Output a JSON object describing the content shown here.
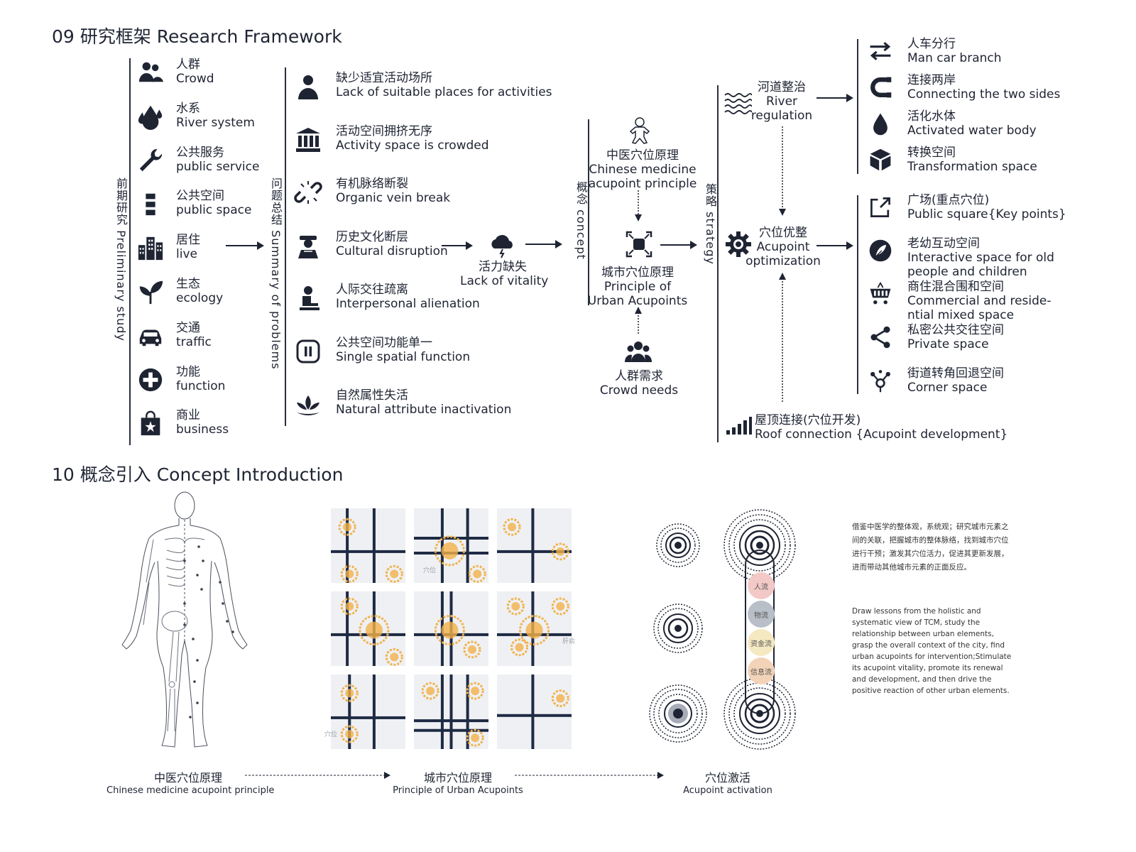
{
  "research_framework": {
    "title": "09 研究框架 Research Framework",
    "col1_vertical": "前期研究 Preliminary study",
    "col1_items": [
      {
        "zh": "人群",
        "en": "Crowd",
        "icon": "crowd-icon"
      },
      {
        "zh": "水系",
        "en": "River system",
        "icon": "water-drops-icon"
      },
      {
        "zh": "公共服务",
        "en": "public service",
        "icon": "wrench-icon"
      },
      {
        "zh": "公共空间",
        "en": "public space",
        "icon": "blocks-icon"
      },
      {
        "zh": "居住",
        "en": "live",
        "icon": "buildings-icon"
      },
      {
        "zh": "生态",
        "en": "ecology",
        "icon": "sprout-icon"
      },
      {
        "zh": "交通",
        "en": "traffic",
        "icon": "car-icon"
      },
      {
        "zh": "功能",
        "en": "function",
        "icon": "plus-circle-icon"
      },
      {
        "zh": "商业",
        "en": "business",
        "icon": "shopping-bag-icon"
      }
    ],
    "col2_vertical": "问题总结 Summary of problems",
    "col2_items": [
      {
        "zh": "缺少适宜活动场所",
        "en": "Lack of suitable places for activities",
        "icon": "person-icon"
      },
      {
        "zh": "活动空间拥挤无序",
        "en": "Activity space is crowded",
        "icon": "institution-icon"
      },
      {
        "zh": "有机脉络断裂",
        "en": "Organic vein break",
        "icon": "broken-link-icon"
      },
      {
        "zh": "历史文化断层",
        "en": "Cultural disruption",
        "icon": "scholar-icon"
      },
      {
        "zh": "人际交往疏离",
        "en": "Interpersonal alienation",
        "icon": "seated-person-icon"
      },
      {
        "zh": "公共空间功能单一",
        "en": "Single spatial function",
        "icon": "pause-icon"
      },
      {
        "zh": "自然属性失活",
        "en": "Natural attribute inactivation",
        "icon": "lotus-icon"
      }
    ],
    "vitality": {
      "zh": "活力缺失",
      "en": "Lack of vitality",
      "icon": "storm-cloud-icon"
    },
    "concept_vertical": "概念 concept",
    "concept_top": {
      "zh": "中医穴位原理",
      "en1": "Chinese medicine",
      "en2": "acupoint principle",
      "icon": "gingerbread-figure-icon"
    },
    "concept_mid": {
      "zh": "城市穴位原理",
      "en1": "Principle of",
      "en2": "Urban Acupoints",
      "icon": "focus-icon"
    },
    "concept_bottom": {
      "zh": "人群需求",
      "en": "Crowd needs",
      "icon": "group-icon"
    },
    "strategy_vertical": "策略 strategy",
    "river": {
      "zh": "河道整治",
      "en1": "River",
      "en2": "regulation",
      "icon": "waves-icon"
    },
    "acupoint_opt": {
      "zh": "穴位优整",
      "en1": "Acupoint",
      "en2": "optimization",
      "icon": "gear-icon"
    },
    "roof": {
      "zh": "屋顶连接(穴位开发)",
      "en": "Roof connection {Acupoint development}",
      "icon": "bar-signal-icon"
    },
    "right_top": [
      {
        "zh": "人车分行",
        "en": "Man car branch",
        "icon": "swap-arrows-icon"
      },
      {
        "zh": "连接两岸",
        "en": "Connecting the two sides",
        "icon": "magnet-icon"
      },
      {
        "zh": "活化水体",
        "en": "Activated water body",
        "icon": "drop-icon"
      },
      {
        "zh": "转换空间",
        "en": "Transformation space",
        "icon": "cube-icon"
      }
    ],
    "right_bottom": [
      {
        "zh": "广场(重点穴位)",
        "en": "Public square{Key points}",
        "icon": "share-box-icon"
      },
      {
        "zh": "老幼互动空间",
        "en": "Interactive space for old",
        "en2": "people and children",
        "icon": "feather-circle-icon"
      },
      {
        "zh": "商住混合围和空间",
        "en": "Commercial and reside-",
        "en2": "ntial mixed space",
        "icon": "cart-icon"
      },
      {
        "zh": "私密公共交往空间",
        "en": "Private  space",
        "icon": "share-nodes-icon"
      },
      {
        "zh": "街道转角回退空间",
        "en": "Corner space",
        "icon": "molecule-icon"
      }
    ]
  },
  "concept_intro": {
    "title": "10 概念引入 Concept Introduction",
    "cap1": {
      "zh": "中医穴位原理",
      "en": "Chinese medicine acupoint principle"
    },
    "cap2": {
      "zh": "城市穴位原理",
      "en": "Principle of Urban Acupoints"
    },
    "cap3": {
      "zh": "穴位激活",
      "en": "Acupoint activation"
    },
    "grid_labels": [
      "穴位",
      "肝俞",
      "穴位"
    ],
    "flows": [
      {
        "label": "人流",
        "color": "#f2c9c6"
      },
      {
        "label": "物流",
        "color": "#b9bfc8"
      },
      {
        "label": "资金流",
        "color": "#f5e9c2"
      },
      {
        "label": "信息流",
        "color": "#f3d3b8"
      }
    ],
    "desc_zh": "借鉴中医学的整体观，系统观；研究城市元素之间的关联，把握城市的整体脉络，找到城市穴位进行干预；激发其穴位活力，促进其更新发展，进而带动其他城市元素的正面反应。",
    "desc_en": "Draw lessons from the holistic and systematic view of TCM, study the relationship between urban elements, grasp the overall context of the city, find urban acupoints for intervention;Stimulate its acupoint vitality, promote its renewal and development, and then drive the positive reaction of other urban elements.",
    "colors": {
      "ink": "#1f2433",
      "accent": "#f2b24a",
      "tile": "#eef0f3",
      "road": "#1f2a44"
    }
  }
}
